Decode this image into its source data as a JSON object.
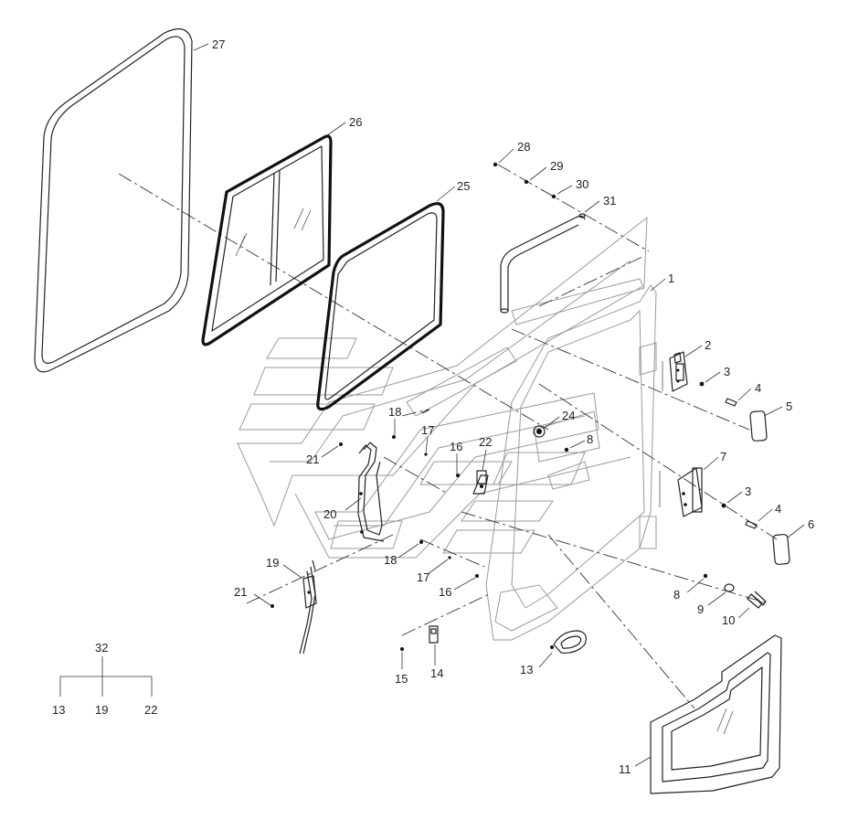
{
  "labels": {
    "p1": "1",
    "p2": "2",
    "p3a": "3",
    "p3b": "3",
    "p4a": "4",
    "p4b": "4",
    "p5": "5",
    "p6": "6",
    "p7": "7",
    "p8a": "8",
    "p8b": "8",
    "p9": "9",
    "p10": "10",
    "p11": "11",
    "p13a": "13",
    "p13b": "13",
    "p14": "14",
    "p15": "15",
    "p16a": "16",
    "p16b": "16",
    "p17a": "17",
    "p17b": "17",
    "p18a": "18",
    "p18b": "18",
    "p19a": "19",
    "p19b": "19",
    "p20": "20",
    "p21a": "21",
    "p21b": "21",
    "p22a": "22",
    "p22b": "22",
    "p24": "24",
    "p25": "25",
    "p26": "26",
    "p27": "27",
    "p28": "28",
    "p29": "29",
    "p30": "30",
    "p31": "31",
    "p32": "32"
  }
}
